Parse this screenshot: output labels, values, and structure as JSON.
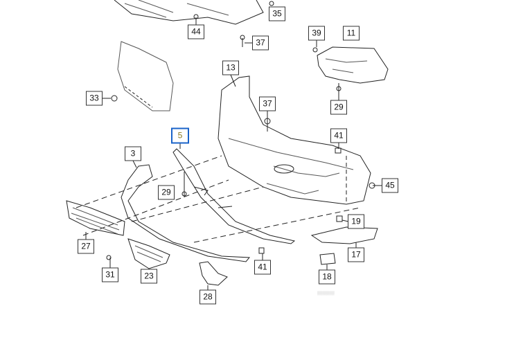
{
  "diagram": {
    "highlight_color": "#1a63c9",
    "callouts": [
      {
        "id": "35",
        "selected": false
      },
      {
        "id": "44",
        "selected": false
      },
      {
        "id": "37",
        "selected": false
      },
      {
        "id": "39",
        "selected": false
      },
      {
        "id": "11",
        "selected": false
      },
      {
        "id": "13",
        "selected": false
      },
      {
        "id": "33",
        "selected": false
      },
      {
        "id": "37",
        "selected": false
      },
      {
        "id": "29",
        "selected": false
      },
      {
        "id": "5",
        "selected": true
      },
      {
        "id": "3",
        "selected": false
      },
      {
        "id": "41",
        "selected": false
      },
      {
        "id": "29",
        "selected": false
      },
      {
        "id": "45",
        "selected": false
      },
      {
        "id": "19",
        "selected": false
      },
      {
        "id": "27",
        "selected": false
      },
      {
        "id": "17",
        "selected": false
      },
      {
        "id": "41",
        "selected": false
      },
      {
        "id": "31",
        "selected": false
      },
      {
        "id": "23",
        "selected": false
      },
      {
        "id": "18",
        "selected": false
      },
      {
        "id": "28",
        "selected": false
      }
    ]
  }
}
